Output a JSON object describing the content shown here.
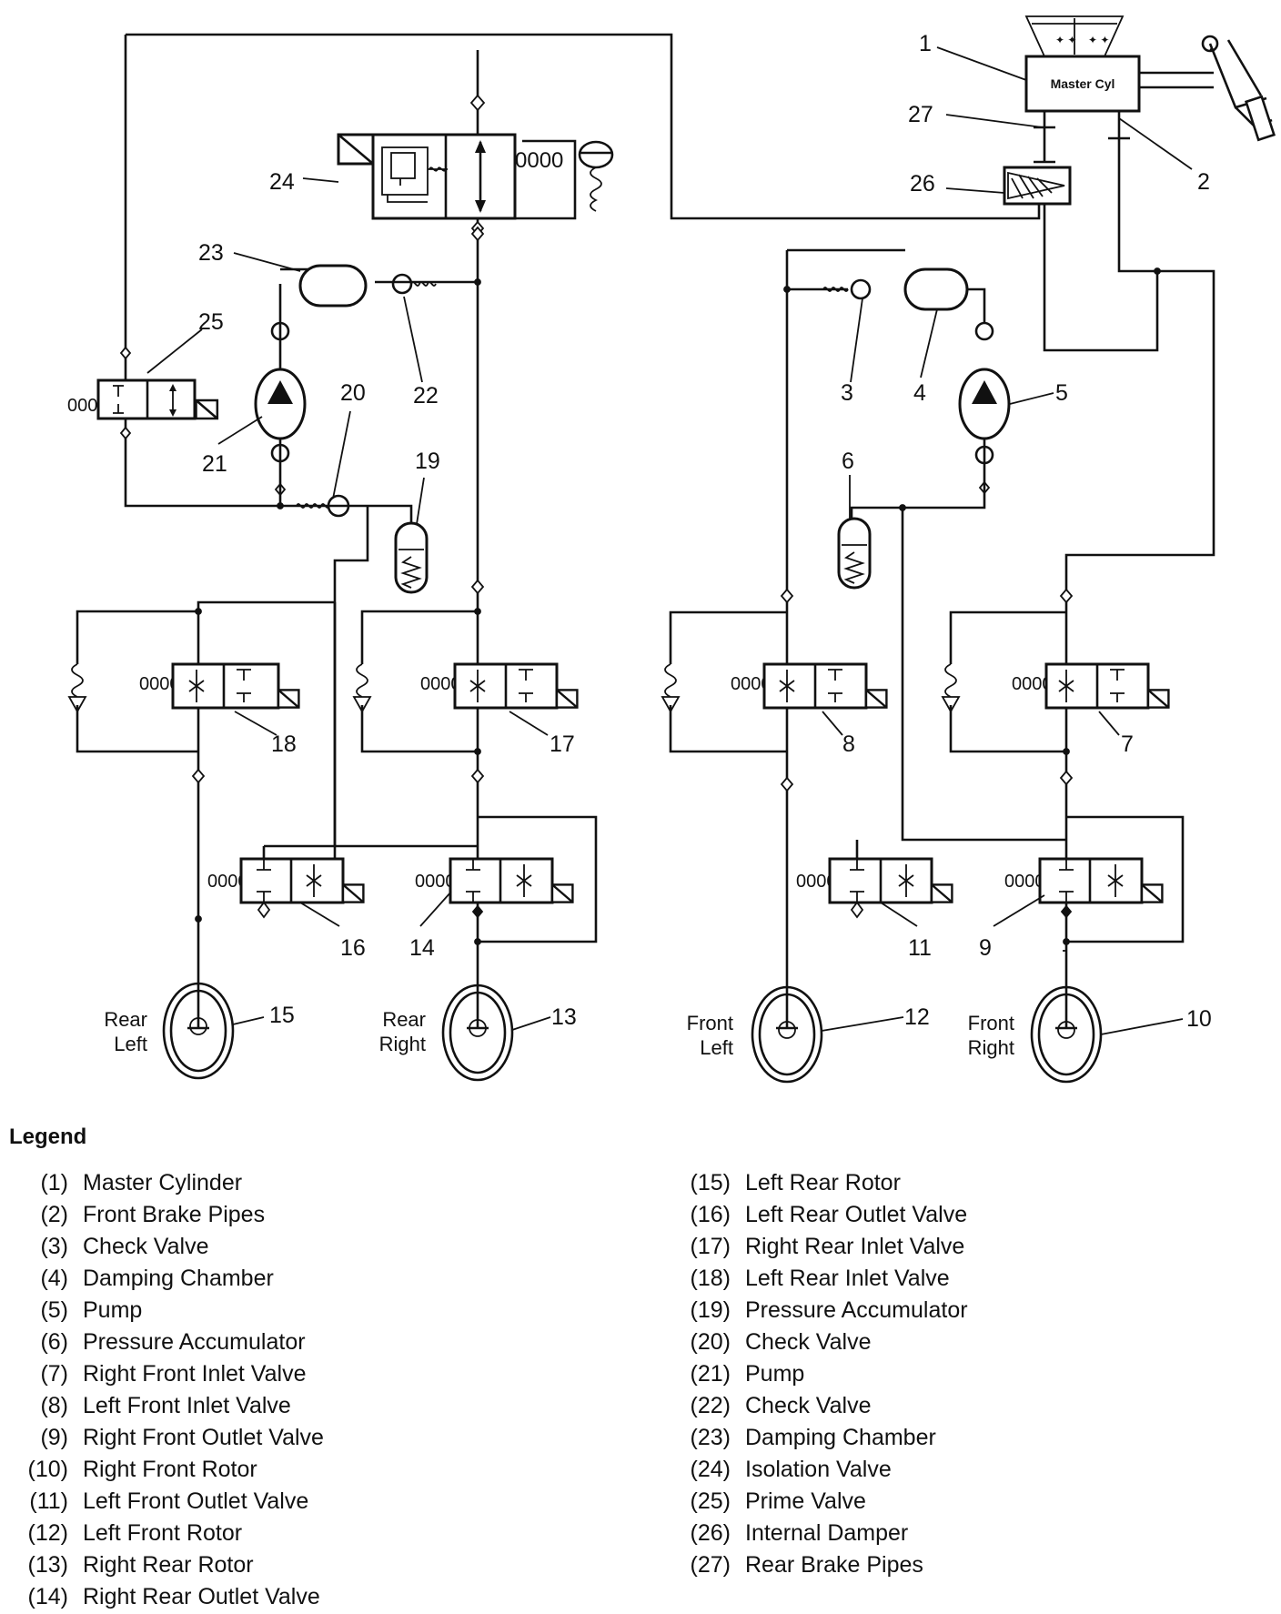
{
  "diagram": {
    "master_cyl_label": "Master Cyl",
    "callouts": [
      "1",
      "2",
      "3",
      "4",
      "5",
      "6",
      "7",
      "8",
      "9",
      "10",
      "11",
      "12",
      "13",
      "14",
      "15",
      "16",
      "17",
      "18",
      "19",
      "20",
      "21",
      "22",
      "23",
      "24",
      "25",
      "26",
      "27"
    ],
    "wheels": {
      "rear_left": [
        "Rear",
        "Left"
      ],
      "rear_right": [
        "Rear",
        "Right"
      ],
      "front_left": [
        "Front",
        "Left"
      ],
      "front_right": [
        "Front",
        "Right"
      ]
    }
  },
  "legend": {
    "title": "Legend",
    "items": [
      {
        "num": "(1)",
        "label": "Master Cylinder"
      },
      {
        "num": "(2)",
        "label": "Front Brake Pipes"
      },
      {
        "num": "(3)",
        "label": "Check Valve"
      },
      {
        "num": "(4)",
        "label": "Damping Chamber"
      },
      {
        "num": "(5)",
        "label": "Pump"
      },
      {
        "num": "(6)",
        "label": "Pressure Accumulator"
      },
      {
        "num": "(7)",
        "label": "Right Front Inlet Valve"
      },
      {
        "num": "(8)",
        "label": "Left Front Inlet Valve"
      },
      {
        "num": "(9)",
        "label": "Right Front Outlet Valve"
      },
      {
        "num": "(10)",
        "label": "Right Front Rotor"
      },
      {
        "num": "(11)",
        "label": "Left Front Outlet Valve"
      },
      {
        "num": "(12)",
        "label": "Left Front Rotor"
      },
      {
        "num": "(13)",
        "label": "Right Rear Rotor"
      },
      {
        "num": "(14)",
        "label": "Right Rear Outlet Valve"
      },
      {
        "num": "(15)",
        "label": "Left Rear Rotor"
      },
      {
        "num": "(16)",
        "label": "Left Rear Outlet Valve"
      },
      {
        "num": "(17)",
        "label": "Right Rear Inlet Valve"
      },
      {
        "num": "(18)",
        "label": "Left Rear Inlet Valve"
      },
      {
        "num": "(19)",
        "label": "Pressure Accumulator"
      },
      {
        "num": "(20)",
        "label": "Check Valve"
      },
      {
        "num": "(21)",
        "label": "Pump"
      },
      {
        "num": "(22)",
        "label": "Check Valve"
      },
      {
        "num": "(23)",
        "label": "Damping Chamber"
      },
      {
        "num": "(24)",
        "label": "Isolation Valve"
      },
      {
        "num": "(25)",
        "label": "Prime Valve"
      },
      {
        "num": "(26)",
        "label": "Internal Damper"
      },
      {
        "num": "(27)",
        "label": "Rear Brake Pipes"
      }
    ]
  }
}
